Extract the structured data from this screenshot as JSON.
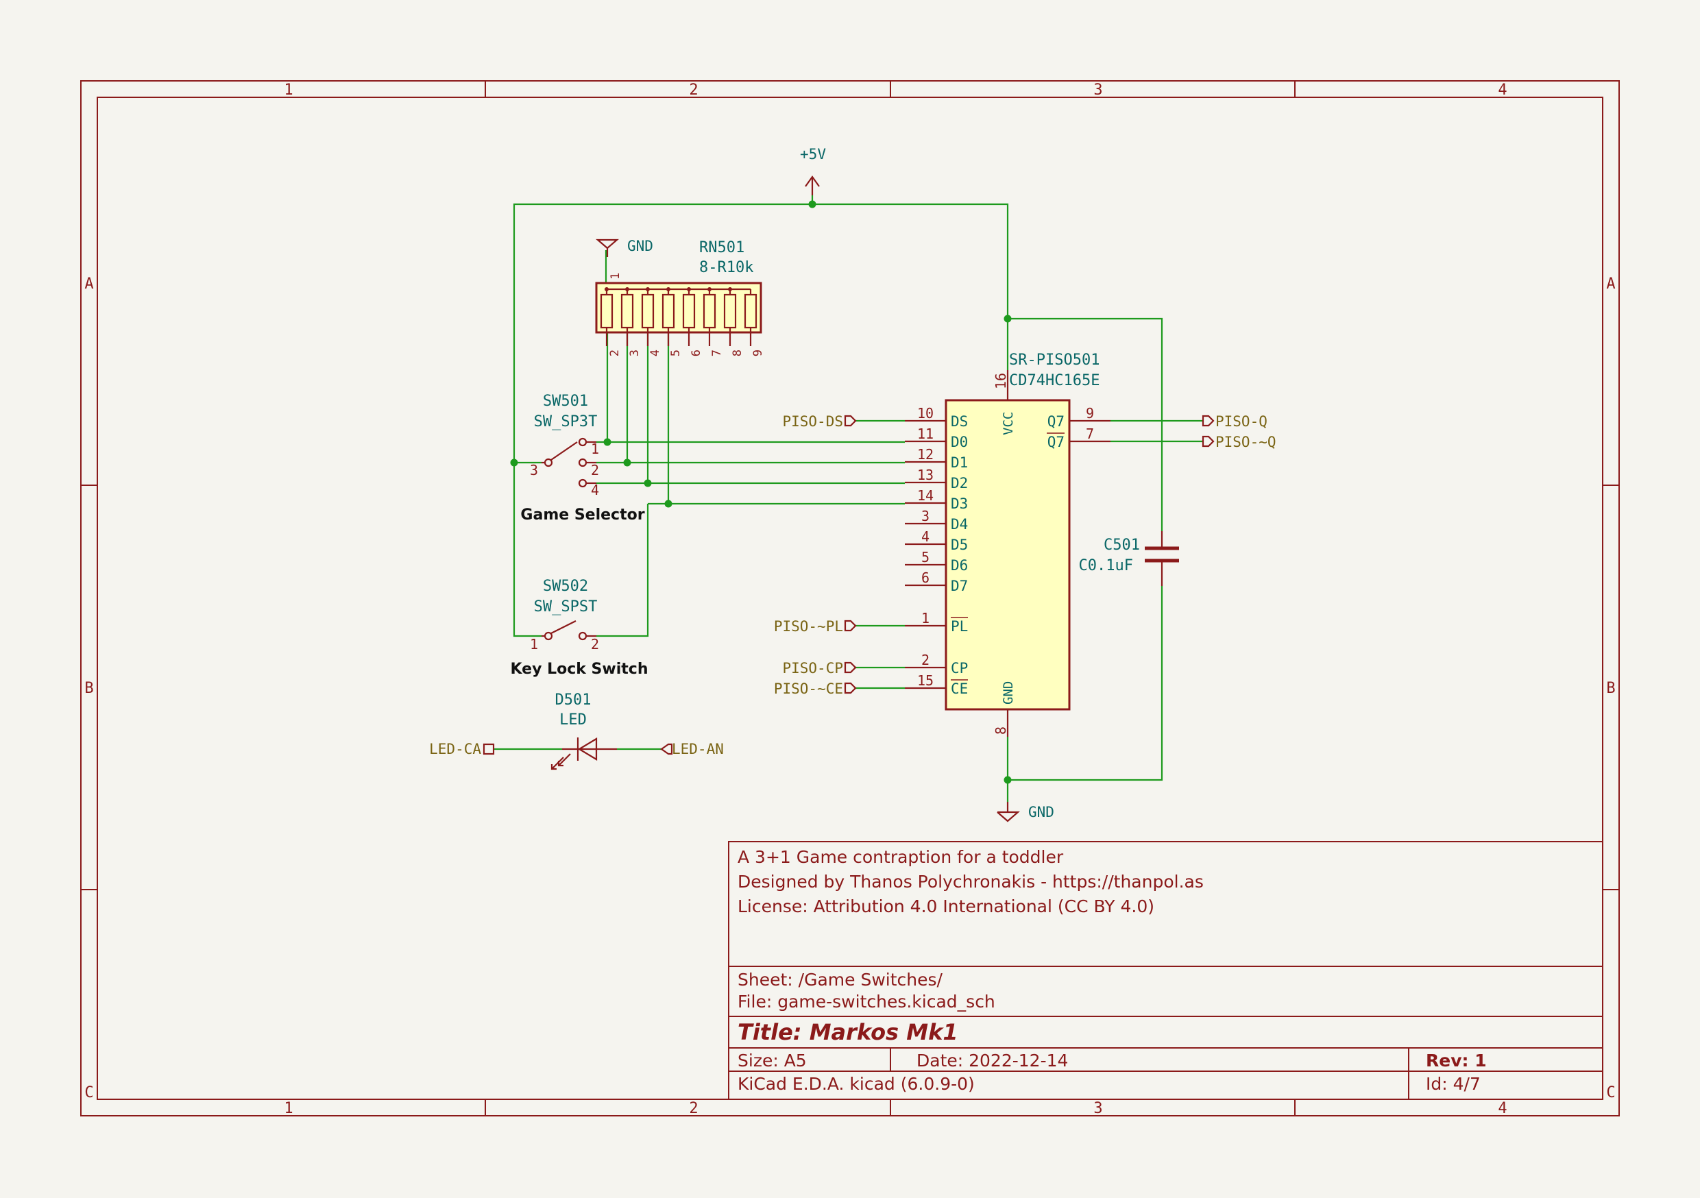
{
  "frame": {
    "columns": [
      "1",
      "2",
      "3",
      "4"
    ],
    "rows": [
      "A",
      "B",
      "C"
    ]
  },
  "power": {
    "vcc_label": "+5V",
    "gnd_top_label": "GND",
    "gnd_bottom_label": "GND"
  },
  "rn501": {
    "ref": "RN501",
    "value": "8-R10k",
    "pins": [
      "1",
      "2",
      "3",
      "4",
      "5",
      "6",
      "7",
      "8",
      "9"
    ]
  },
  "sw501": {
    "ref": "SW501",
    "value": "SW_SP3T",
    "title": "Game Selector",
    "pins": [
      "3",
      "1",
      "2",
      "4"
    ]
  },
  "sw502": {
    "ref": "SW502",
    "value": "SW_SPST",
    "title": "Key Lock Switch",
    "pins": [
      "1",
      "2"
    ]
  },
  "d501": {
    "ref": "D501",
    "value": "LED",
    "label_left": "LED-CA",
    "label_right": "LED-AN"
  },
  "ic": {
    "ref": "SR-PISO501",
    "value": "CD74HC165E",
    "vcc_pin": "16",
    "gnd_pin": "8",
    "vcc_name": "VCC",
    "gnd_name": "GND",
    "left_pins": [
      {
        "num": "10",
        "name": "DS",
        "net": "PISO-DS"
      },
      {
        "num": "11",
        "name": "D0",
        "net": ""
      },
      {
        "num": "12",
        "name": "D1",
        "net": ""
      },
      {
        "num": "13",
        "name": "D2",
        "net": ""
      },
      {
        "num": "14",
        "name": "D3",
        "net": ""
      },
      {
        "num": "3",
        "name": "D4",
        "net": ""
      },
      {
        "num": "4",
        "name": "D5",
        "net": ""
      },
      {
        "num": "5",
        "name": "D6",
        "net": ""
      },
      {
        "num": "6",
        "name": "D7",
        "net": ""
      },
      {
        "num": "1",
        "name": "PL",
        "net": "PISO-~PL"
      },
      {
        "num": "2",
        "name": "CP",
        "net": "PISO-CP"
      },
      {
        "num": "15",
        "name": "CE",
        "net": "PISO-~CE"
      }
    ],
    "right_pins": [
      {
        "num": "9",
        "name": "Q7",
        "net": "PISO-Q"
      },
      {
        "num": "7",
        "name": "Q7",
        "net": "PISO-~Q"
      }
    ]
  },
  "c501": {
    "ref": "C501",
    "value": "C0.1uF"
  },
  "title_block": {
    "comment1": "A 3+1 Game contraption for a toddler",
    "comment2": "Designed by Thanos Polychronakis - https://thanpol.as",
    "comment3": "License: Attribution 4.0 International (CC BY 4.0)",
    "sheet": "Sheet: /Game Switches/",
    "file": "File: game-switches.kicad_sch",
    "title": "Title: Markos Mk1",
    "size": "Size: A5",
    "date": "Date: 2022-12-14",
    "rev": "Rev: 1",
    "tool": "KiCad E.D.A.  kicad (6.0.9-0)",
    "id": "Id: 4/7"
  },
  "colors": {
    "border": "#8b1a1a",
    "wire": "#1d9a1d",
    "part_fill": "#ffffc0",
    "ref_text": "#0a6767",
    "net_text": "#7a6414",
    "background": "#f5f4ef"
  }
}
